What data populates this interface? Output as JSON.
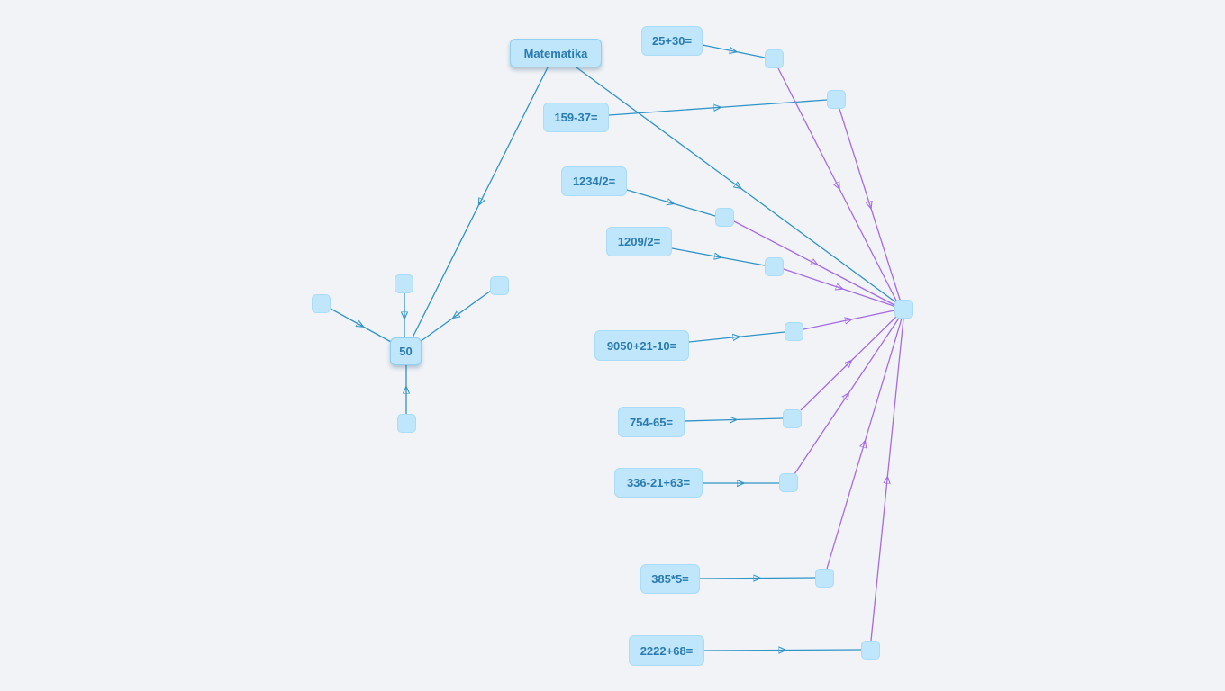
{
  "colors": {
    "background": "#f1f3f6",
    "node_fill": "#bfe6fb",
    "node_text": "#2a7bb0",
    "edge_blue": "#2f94c8",
    "edge_purple": "#a56ae6"
  },
  "nodes": {
    "matematika": "Matematika",
    "fifty": "50",
    "eq1": "25+30=",
    "eq2": "159-37=",
    "eq3": "1234/2=",
    "eq4": "1209/2=",
    "eq5": "9050+21-10=",
    "eq6": "754-65=",
    "eq7": "336-21+63=",
    "eq8": "385*5=",
    "eq9": "2222+68="
  }
}
